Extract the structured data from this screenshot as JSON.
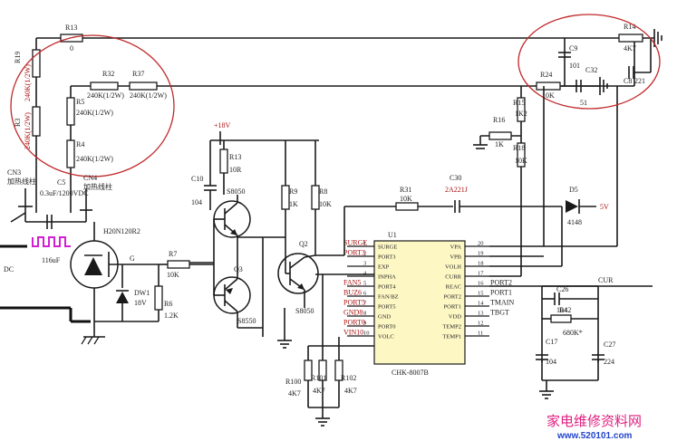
{
  "ic": {
    "ref": "U1",
    "part": "CHK-8007B",
    "left_pins": [
      {
        "num": "1",
        "name": "SURGE",
        "net": "SURGE"
      },
      {
        "num": "2",
        "name": "PORT3",
        "net": "PORT3"
      },
      {
        "num": "3",
        "name": "EXP",
        "net": ""
      },
      {
        "num": "4",
        "name": "INPHA",
        "net": ""
      },
      {
        "num": "5",
        "name": "PORT4",
        "net": "FAN5"
      },
      {
        "num": "6",
        "name": "FAN/BZ",
        "net": "BUZ6"
      },
      {
        "num": "7",
        "name": "PORT5",
        "net": "PORT5"
      },
      {
        "num": "8",
        "name": "GND",
        "net": "GND8"
      },
      {
        "num": "9",
        "name": "PORT0",
        "net": "PORT0"
      },
      {
        "num": "10",
        "name": "VOLC",
        "net": "VIN10"
      }
    ],
    "right_pins": [
      {
        "num": "20",
        "name": "VPA",
        "net": ""
      },
      {
        "num": "19",
        "name": "VPB",
        "net": ""
      },
      {
        "num": "18",
        "name": "VOLH",
        "net": ""
      },
      {
        "num": "17",
        "name": "CURR",
        "net": ""
      },
      {
        "num": "16",
        "name": "REAC",
        "net": "PORT2"
      },
      {
        "num": "15",
        "name": "PORT2",
        "net": "PORT1"
      },
      {
        "num": "14",
        "name": "PORT1",
        "net": "TMAIN"
      },
      {
        "num": "13",
        "name": "VDD",
        "net": "TBGT"
      },
      {
        "num": "12",
        "name": "TEMP2",
        "net": ""
      },
      {
        "num": "11",
        "name": "TEMP1",
        "net": ""
      }
    ]
  },
  "parts": {
    "r13": {
      "ref": "R13",
      "val": "0"
    },
    "r19": {
      "ref": "R19",
      "val": "240K(1/2W)"
    },
    "r3": {
      "ref": "R3",
      "val": "240K(1/2W)"
    },
    "r32": {
      "ref": "R32",
      "val": "240K(1/2W)"
    },
    "r37": {
      "ref": "R37",
      "val": "240K(1/2W)"
    },
    "r5": {
      "ref": "R5",
      "val": "240K(1/2W)"
    },
    "r4": {
      "ref": "R4",
      "val": "240K(1/2W)"
    },
    "r14": {
      "ref": "R14",
      "val": "4K7"
    },
    "c9": {
      "ref": "C9",
      "val": "101"
    },
    "c32": {
      "ref": "C32",
      "val": "51"
    },
    "c8": {
      "ref": "C8",
      "val": "221"
    },
    "r24": {
      "ref": "R24",
      "val": "10K"
    },
    "r15": {
      "ref": "R15",
      "val": "1K2"
    },
    "r16": {
      "ref": "R16",
      "val": "1K"
    },
    "r18": {
      "ref": "R18",
      "val": "10K"
    },
    "plus18": "+18V",
    "r33": {
      "ref": "R13",
      "val": "10R"
    },
    "c10": {
      "ref": "C10",
      "val": "104"
    },
    "q1": {
      "ref": "S8050"
    },
    "q3": {
      "ref": "Q3",
      "val": "S8550"
    },
    "r9": {
      "ref": "R9",
      "val": "1K"
    },
    "r8": {
      "ref": "R8",
      "val": "10K"
    },
    "q2": {
      "ref": "Q2",
      "val": "S8050"
    },
    "r31": {
      "ref": "R31",
      "val": "10K"
    },
    "c30": {
      "ref": "C30",
      "val": "2A221J"
    },
    "d5": {
      "ref": "D5",
      "val": "4148"
    },
    "v5": "5V",
    "cn3": {
      "ref": "CN3",
      "val": "加热线柱"
    },
    "cn4": {
      "ref": "CN4",
      "val": "加热线柱"
    },
    "c5": {
      "ref": "C5",
      "val": "0.3uF/1200VDC"
    },
    "coil": "116uF",
    "igbt": {
      "ref": "H20N120R2"
    },
    "g": "G",
    "r7": {
      "ref": "R7",
      "val": "10K"
    },
    "dw1": {
      "ref": "DW1",
      "val": "18V"
    },
    "r6": {
      "ref": "R6",
      "val": "1.2K"
    },
    "dc": "DC",
    "r100": {
      "ref": "R100",
      "val": "4K7"
    },
    "r101": {
      "ref": "R101",
      "val": "4K7"
    },
    "r102": {
      "ref": "R102",
      "val": "4K7"
    },
    "cur": "CUR",
    "c26": {
      "ref": "C26",
      "val": "104"
    },
    "r42": {
      "ref": "R42",
      "val": "680K*"
    },
    "c17": {
      "ref": "C17",
      "val": "104"
    },
    "c27": {
      "ref": "C27",
      "val": "224"
    }
  },
  "watermark": {
    "cn": "家电维修资料网",
    "url": "www.520101.com"
  }
}
